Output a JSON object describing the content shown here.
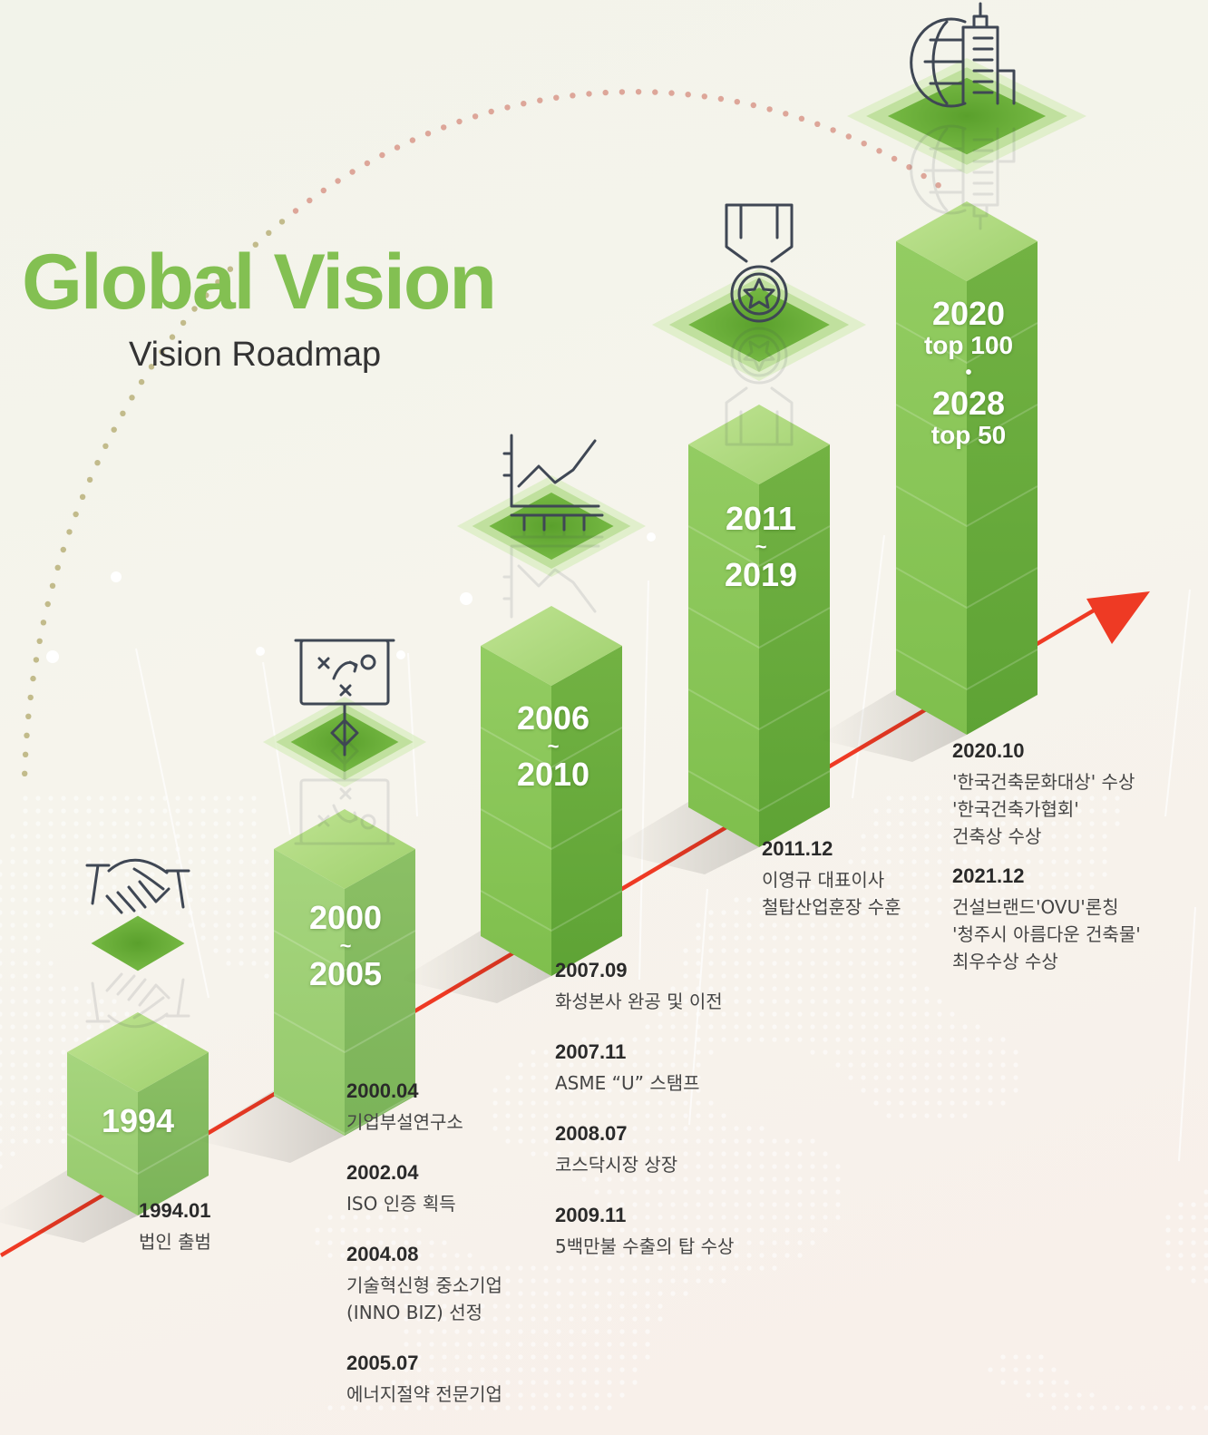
{
  "colors": {
    "title": "#83c052",
    "cube_top": "#a9d879",
    "cube_left": "#8cc95a",
    "cube_right": "#6aae3b",
    "arrow": "#ee3a24",
    "tile": "#5fa32f",
    "icon_line": "#3f4754",
    "dots": "#d2a08f"
  },
  "header": {
    "title": "Global Vision",
    "subtitle": "Vision Roadmap"
  },
  "stages": [
    {
      "id": "1994",
      "label_lines": [
        "1994"
      ],
      "icon": "handshake-icon"
    },
    {
      "id": "2000",
      "label_lines": [
        "2000",
        "~",
        "2005"
      ],
      "icon": "strategy-board-icon"
    },
    {
      "id": "2006",
      "label_lines": [
        "2006",
        "~",
        "2010"
      ],
      "icon": "growth-chart-icon"
    },
    {
      "id": "2011",
      "label_lines": [
        "2011",
        "~",
        "2019"
      ],
      "icon": "medal-icon"
    },
    {
      "id": "2020",
      "label_lines": [
        "2020",
        "top 100",
        "•",
        "2028",
        "top 50"
      ],
      "icon": "global-city-icon"
    }
  ],
  "milestones": [
    {
      "group": "1994",
      "events": [
        {
          "date": "1994.01",
          "lines": [
            "법인 출범"
          ]
        }
      ]
    },
    {
      "group": "2000",
      "events": [
        {
          "date": "2000.04",
          "lines": [
            "기업부설연구소"
          ]
        },
        {
          "date": "2002.04",
          "lines": [
            "ISO 인증 획득"
          ]
        },
        {
          "date": "2004.08",
          "lines": [
            "기술혁신형 중소기업",
            "(INNO BIZ) 선정"
          ]
        },
        {
          "date": "2005.07",
          "lines": [
            "에너지절약 전문기업"
          ]
        }
      ]
    },
    {
      "group": "2006",
      "events": [
        {
          "date": "2007.09",
          "lines": [
            "화성본사 완공 및 이전"
          ]
        },
        {
          "date": "2007.11",
          "lines": [
            "ASME “U” 스탬프"
          ]
        },
        {
          "date": "2008.07",
          "lines": [
            "코스닥시장 상장"
          ]
        },
        {
          "date": "2009.11",
          "lines": [
            "5백만불 수출의 탑 수상"
          ]
        }
      ]
    },
    {
      "group": "2011",
      "events": [
        {
          "date": "2011.12",
          "lines": [
            "이영규 대표이사",
            "철탑산업훈장 수훈"
          ]
        }
      ]
    },
    {
      "group": "2020",
      "events": [
        {
          "date": "2020.10",
          "lines": [
            "'한국건축문화대상' 수상",
            "'한국건축가협회'",
            "건축상 수상"
          ]
        },
        {
          "date": "2021.12",
          "lines": [
            "건설브랜드'OVU'론칭",
            "'청주시 아름다운 건축물'",
            "최우수상 수상"
          ]
        }
      ]
    }
  ]
}
